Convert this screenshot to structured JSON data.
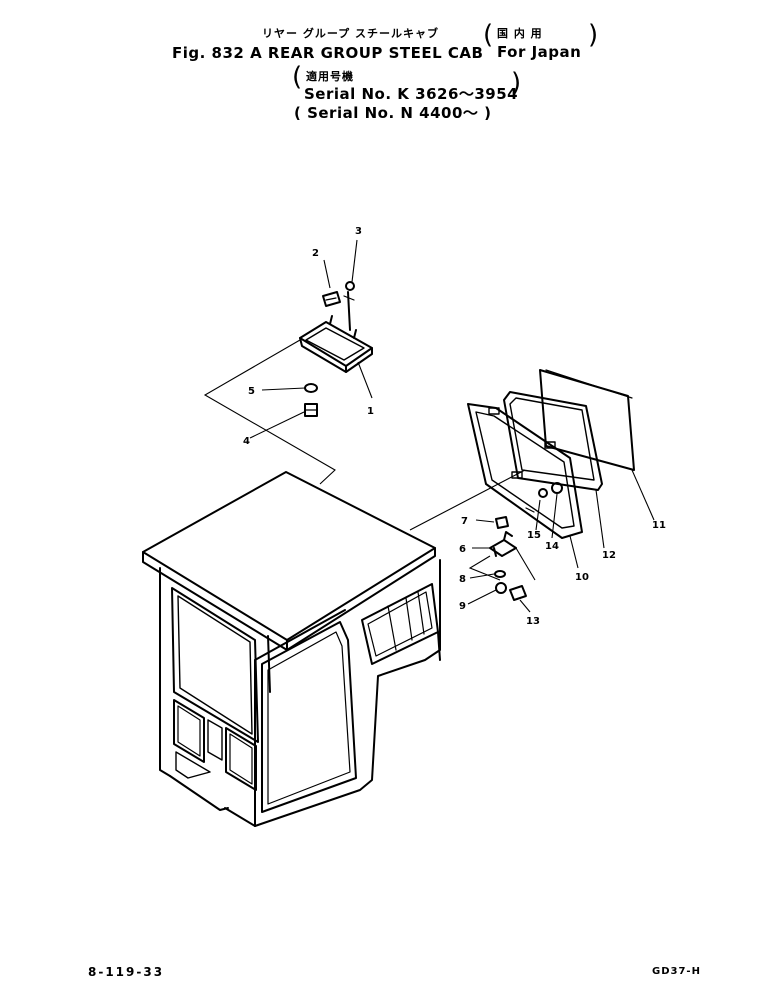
{
  "header": {
    "jp_title": "リヤー グループ スチールキャブ",
    "jp_market": "国 内 用",
    "title": "Fig. 832 A REAR GROUP STEEL CAB",
    "market": "For Japan",
    "jp_serial": "適用号機",
    "serial_1": "Serial No. K 3626～3954",
    "serial_2": "Serial No. N 4400～"
  },
  "callouts": [
    "1",
    "2",
    "3",
    "4",
    "5",
    "6",
    "7",
    "8",
    "9",
    "10",
    "11",
    "12",
    "13",
    "14",
    "15"
  ],
  "footer": {
    "page_code": "8-119-33",
    "model_code": "GD37-H"
  }
}
